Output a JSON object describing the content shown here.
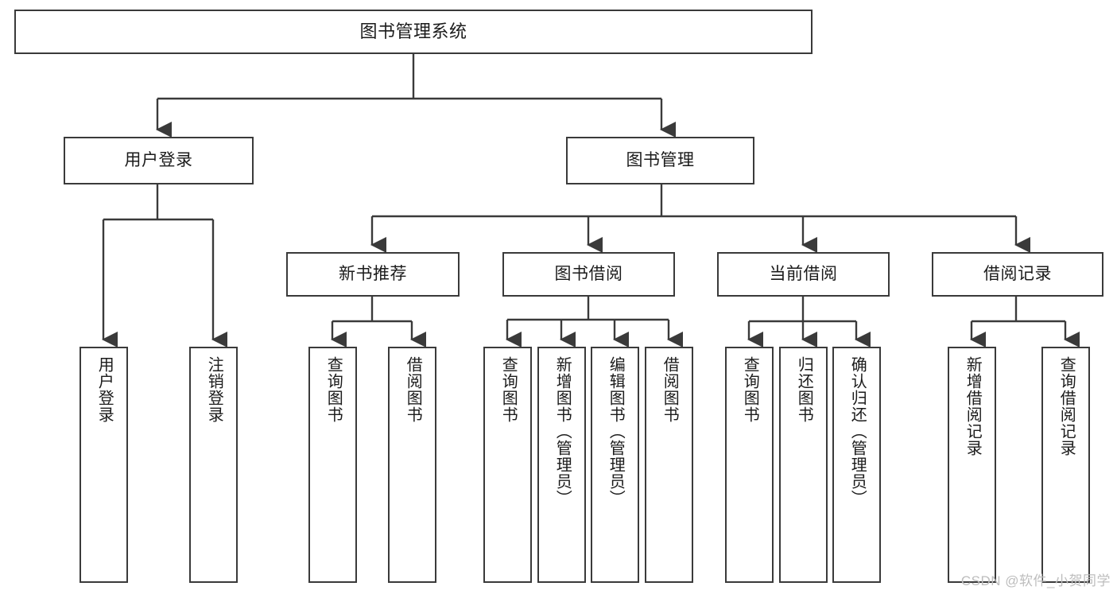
{
  "diagram": {
    "type": "tree-hierarchy",
    "title": "图书管理系统",
    "stroke_color": "#3a3a3a",
    "background_color": "#ffffff",
    "text_color": "#1b1b1b",
    "levels": 4
  },
  "nodes": {
    "root": {
      "label": "图书管理系统"
    },
    "level2": [
      {
        "label": "用户登录"
      },
      {
        "label": "图书管理"
      }
    ],
    "level3": [
      {
        "label": "新书推荐"
      },
      {
        "label": "图书借阅"
      },
      {
        "label": "当前借阅"
      },
      {
        "label": "借阅记录"
      }
    ],
    "leaves": {
      "user_login": [
        {
          "label": "用户登录"
        },
        {
          "label": "注销登录"
        }
      ],
      "new_book_recommend": [
        {
          "label": "查询图书"
        },
        {
          "label": "借阅图书"
        }
      ],
      "book_borrow": [
        {
          "label": "查询图书"
        },
        {
          "label": "新增图书（管理员）"
        },
        {
          "label": "编辑图书（管理员）"
        },
        {
          "label": "借阅图书"
        }
      ],
      "current_borrow": [
        {
          "label": "查询图书"
        },
        {
          "label": "归还图书"
        },
        {
          "label": "确认归还（管理员）"
        }
      ],
      "borrow_record": [
        {
          "label": "新增借阅记录"
        },
        {
          "label": "查询借阅记录"
        }
      ]
    }
  },
  "watermark": {
    "text": "CSDN @软件_小贺同学"
  }
}
